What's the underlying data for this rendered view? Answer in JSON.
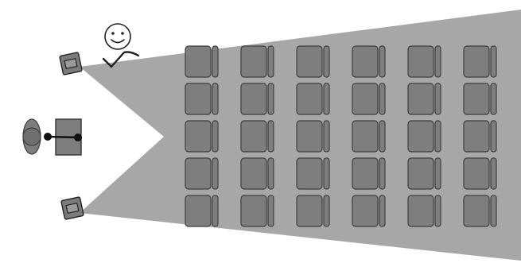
{
  "diagram": {
    "kind": "speaker-coverage-seating-layout",
    "seating": {
      "rows": 5,
      "columns": 6
    },
    "speakers": [
      {
        "id": "speaker-top",
        "has_approval_marker": true
      },
      {
        "id": "speaker-bottom",
        "has_approval_marker": false
      }
    ],
    "presenter": {
      "present": true
    },
    "colors": {
      "background": "#ffffff",
      "coverage_area": "#a7a7a7",
      "seat_fill": "#7e7e7e",
      "seat_stroke": "#3f3f3f",
      "speaker_fill": "#7b7b7b",
      "outline": "#222222"
    }
  }
}
